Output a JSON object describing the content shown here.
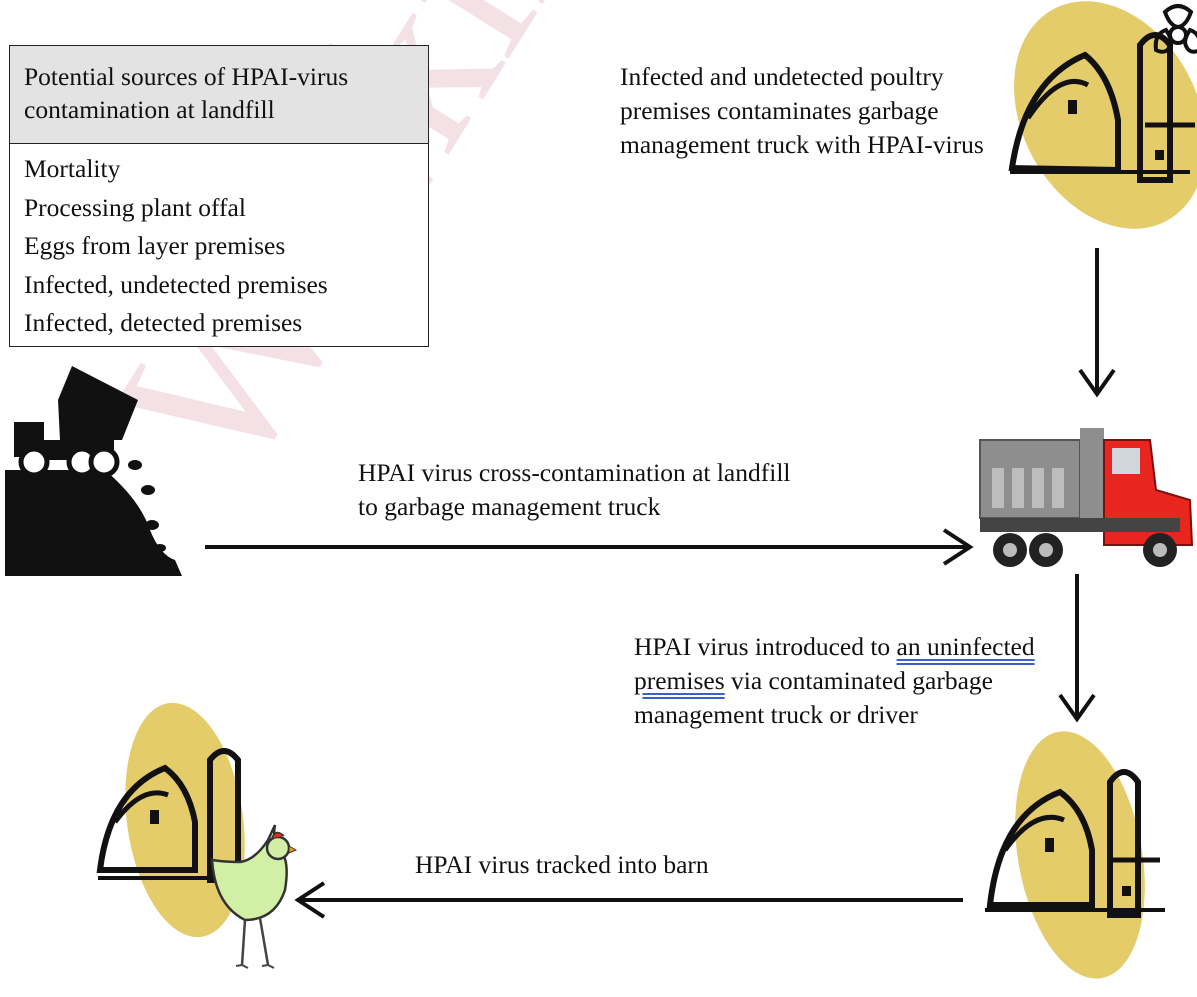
{
  "watermark": "Working",
  "sources_box": {
    "title_line1": "Potential sources of HPAI-virus",
    "title_line2": "contamination at landfill",
    "items": [
      "Mortality",
      "Processing plant offal",
      "Eggs from layer premises",
      "Infected, undetected premises",
      "Infected, detected premises"
    ]
  },
  "labels": {
    "infected_line1": "Infected and undetected poultry",
    "infected_line2": "premises contaminates garbage",
    "infected_line3": "management truck with HPAI-virus",
    "cross_line1": "HPAI virus cross-contamination at landfill",
    "cross_line2": "to garbage management truck",
    "introduced_line1_a": "HPAI virus introduced to ",
    "introduced_line1_b": "an uninfected",
    "introduced_line2_a": "premises",
    "introduced_line2_b": " via contaminated garbage",
    "introduced_line3": "management truck or driver",
    "tracked": "HPAI virus tracked into barn"
  },
  "colors": {
    "farm_oval": "#e5cc6b",
    "truck_cab": "#e8251f",
    "truck_bed": "#8e8e8e",
    "chicken": "#d2f0a5",
    "underline": "#3a5fcd"
  }
}
